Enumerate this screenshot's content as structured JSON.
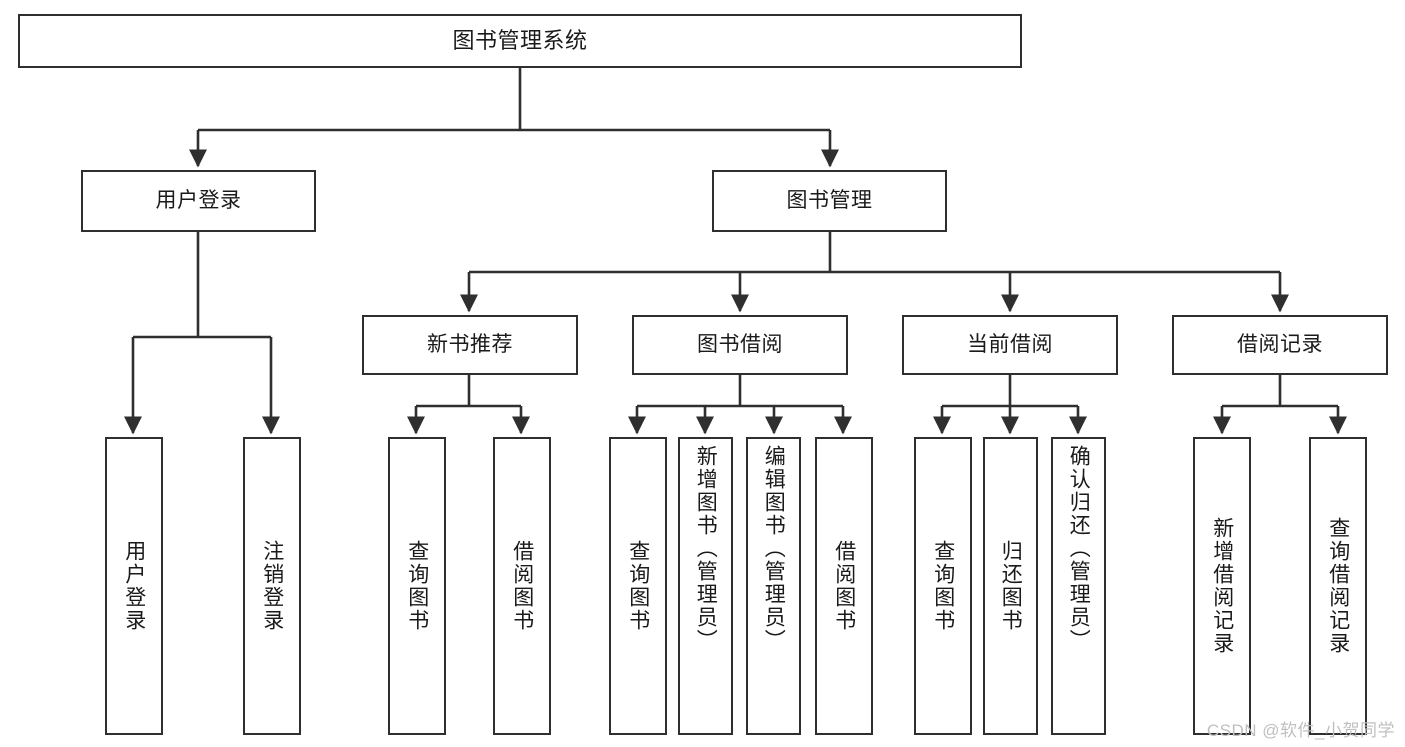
{
  "diagram": {
    "title": "图书管理系统",
    "type": "tree-hierarchy",
    "watermark": "CSDN @软件_小贺同学",
    "colors": {
      "box_border": "#2f2f2f",
      "box_fill": "#ffffff",
      "connector": "#2f2f2f",
      "text": "#1a1a1a",
      "watermark": "#bfbfbf"
    },
    "nodes": {
      "root": {
        "label": "图书管理系统",
        "level": 1
      },
      "user_login": {
        "label": "用户登录",
        "level": 2
      },
      "book_manage": {
        "label": "图书管理",
        "level": 2
      },
      "new_book_rec": {
        "label": "新书推荐",
        "level": 3
      },
      "book_borrow": {
        "label": "图书借阅",
        "level": 3
      },
      "current_borrow": {
        "label": "当前借阅",
        "level": 3
      },
      "borrow_record": {
        "label": "借阅记录",
        "level": 3
      },
      "leaf_user_login": {
        "label": "用户登录",
        "level": 4,
        "parent": "用户登录"
      },
      "leaf_logout": {
        "label": "注销登录",
        "level": 4,
        "parent": "用户登录"
      },
      "leaf_query_book_1": {
        "label": "查询图书",
        "level": 4,
        "parent": "新书推荐"
      },
      "leaf_borrow_book_1": {
        "label": "借阅图书",
        "level": 4,
        "parent": "新书推荐"
      },
      "leaf_query_book_2": {
        "label": "查询图书",
        "level": 4,
        "parent": "图书借阅"
      },
      "leaf_add_book": {
        "label": "新增图书（管理员）",
        "level": 4,
        "parent": "图书借阅"
      },
      "leaf_edit_book": {
        "label": "编辑图书（管理员）",
        "level": 4,
        "parent": "图书借阅"
      },
      "leaf_borrow_book_2": {
        "label": "借阅图书",
        "level": 4,
        "parent": "图书借阅"
      },
      "leaf_query_book_3": {
        "label": "查询图书",
        "level": 4,
        "parent": "当前借阅"
      },
      "leaf_return_book": {
        "label": "归还图书",
        "level": 4,
        "parent": "当前借阅"
      },
      "leaf_confirm_return": {
        "label": "确认归还（管理员）",
        "level": 4,
        "parent": "当前借阅"
      },
      "leaf_add_record": {
        "label": "新增借阅记录",
        "level": 4,
        "parent": "借阅记录"
      },
      "leaf_query_record": {
        "label": "查询借阅记录",
        "level": 4,
        "parent": "借阅记录"
      }
    }
  }
}
